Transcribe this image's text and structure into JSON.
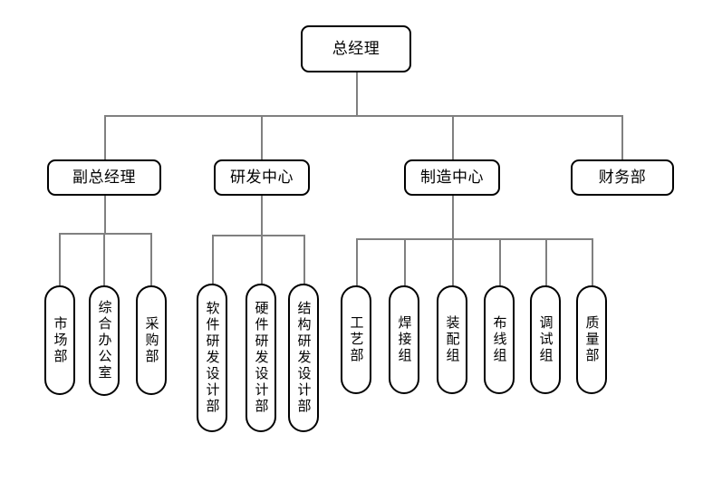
{
  "chart_type": "org-chart",
  "language": "zh-CN",
  "colors": {
    "node_border": "#000000",
    "node_fill": "#ffffff",
    "connector": "#808080",
    "text": "#000000",
    "background": "#ffffff"
  },
  "root": {
    "label": "总经理"
  },
  "level2": [
    {
      "label": "副总经理"
    },
    {
      "label": "研发中心"
    },
    {
      "label": "制造中心"
    },
    {
      "label": "财务部"
    }
  ],
  "deputy_gm_children": [
    {
      "label": "市场部"
    },
    {
      "label": "综合办公室"
    },
    {
      "label": "采购部"
    }
  ],
  "rnd_children": [
    {
      "label": "软件研发设计部"
    },
    {
      "label": "硬件研发设计部"
    },
    {
      "label": "结构研发设计部"
    }
  ],
  "manufacturing_children": [
    {
      "label": "工艺部"
    },
    {
      "label": "焊接组"
    },
    {
      "label": "装配组"
    },
    {
      "label": "布线组"
    },
    {
      "label": "调试组"
    },
    {
      "label": "质量部"
    }
  ],
  "finance_children": []
}
